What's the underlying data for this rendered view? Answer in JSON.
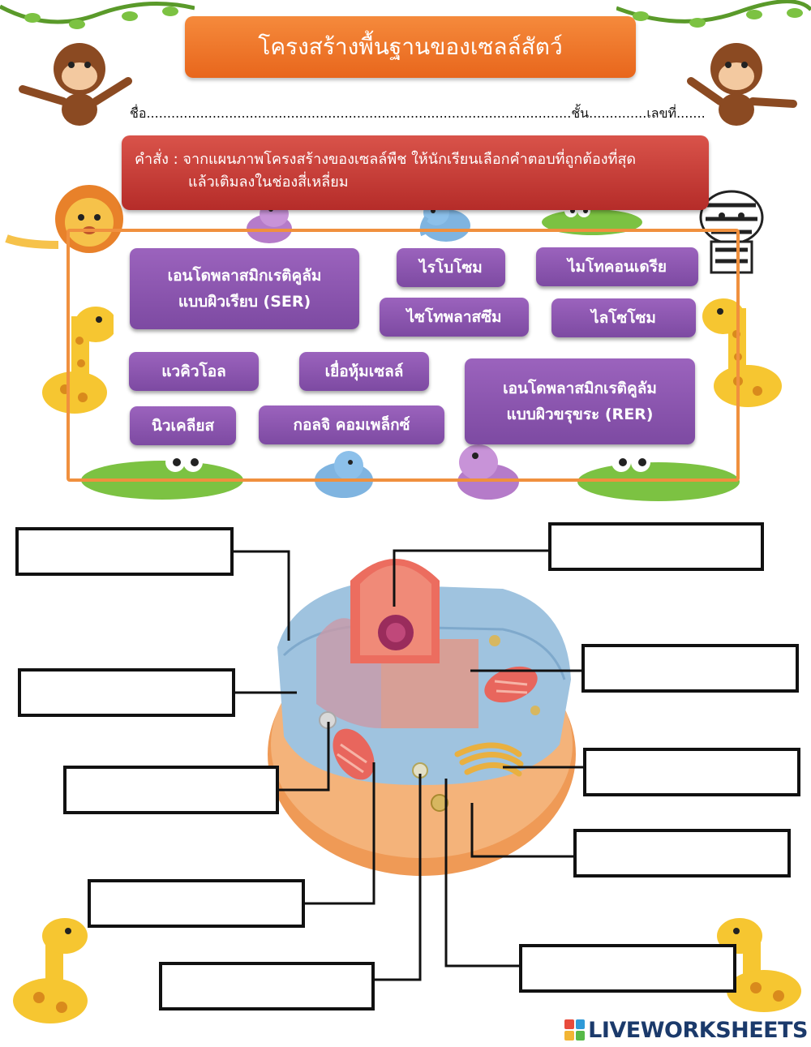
{
  "title": "โครงสร้างพื้นฐานของเซลล์สัตว์",
  "name_line": "ชื่อ.......................................................................................................ชั้น..............เลขที่.........",
  "instruction": {
    "line1": "คำสั่ง : จากแผนภาพโครงสร้างของเซลล์พืช ให้นักเรียนเลือกคำตอบที่ถูกต้องที่สุด",
    "line2": "แล้วเติมลงในช่องสี่เหลี่ยม"
  },
  "word_bank": {
    "ser_line1": "เอนโดพลาสมิกเรติคูลัม",
    "ser_line2": "แบบผิวเรียบ (SER)",
    "ribosome": "ไรโบโซม",
    "mitochondria": "ไมโทคอนเดรีย",
    "cytoplasm": "ไซโทพลาสซึม",
    "lysosome": "ไลโซโซม",
    "vacuole": "แวคิวโอล",
    "cell_membrane": "เยื่อหุ้มเซลล์",
    "rer_line1": "เอนโดพลาสมิกเรติคูลัม",
    "rer_line2": "แบบผิวขรุขระ (RER)",
    "nucleus": "นิวเคลียส",
    "golgi": "กอลจิ คอมเพล็กซ์"
  },
  "answers": [
    "",
    "",
    "",
    "",
    "",
    "",
    "",
    "",
    "",
    ""
  ],
  "logo_text": "LIVEWORKSHEETS",
  "colors": {
    "title_bg": "#ee7a2e",
    "instruction_bg": "#c63d37",
    "word_bg": "#8a55ad",
    "frame": "#f0903e",
    "logo": "#1b3a6b"
  }
}
